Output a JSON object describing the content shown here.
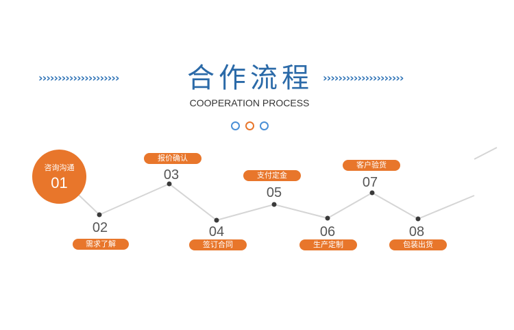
{
  "header": {
    "title": "合作流程",
    "subtitle": "COOPERATION PROCESS",
    "left_arrows": "›››››››››››››››››››››",
    "right_arrows": "›››››››››››››››››››››"
  },
  "colors": {
    "accent_orange": "#e8762b",
    "accent_blue": "#2b6aa8",
    "line_gray": "#d5d5d5"
  },
  "steps": [
    {
      "num": "01",
      "label": "咨询沟通"
    },
    {
      "num": "02",
      "label": "需求了解"
    },
    {
      "num": "03",
      "label": "报价确认"
    },
    {
      "num": "04",
      "label": "签订合同"
    },
    {
      "num": "05",
      "label": "支付定金"
    },
    {
      "num": "06",
      "label": "生产定制"
    },
    {
      "num": "07",
      "label": "客户验货"
    },
    {
      "num": "08",
      "label": "包装出货"
    }
  ]
}
